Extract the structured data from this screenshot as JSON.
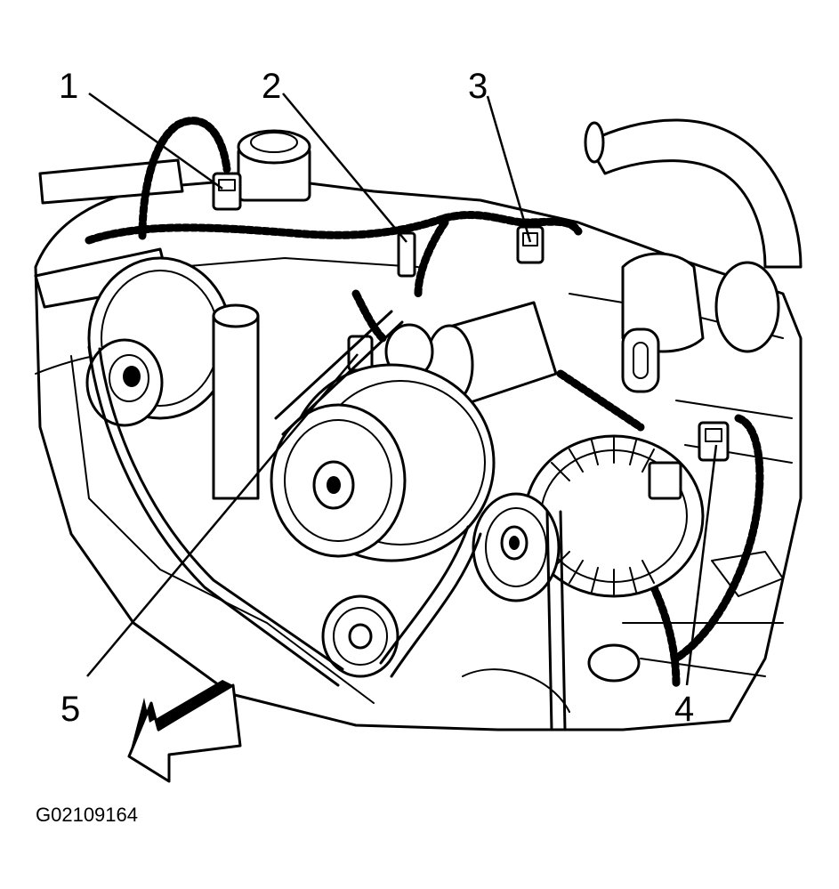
{
  "callouts": [
    {
      "id": "1",
      "label": "1"
    },
    {
      "id": "2",
      "label": "2"
    },
    {
      "id": "3",
      "label": "3"
    },
    {
      "id": "4",
      "label": "4"
    },
    {
      "id": "5",
      "label": "5"
    }
  ],
  "figure_id": "G02109164",
  "icons": {
    "direction_arrow": "front-direction-arrow-icon"
  }
}
